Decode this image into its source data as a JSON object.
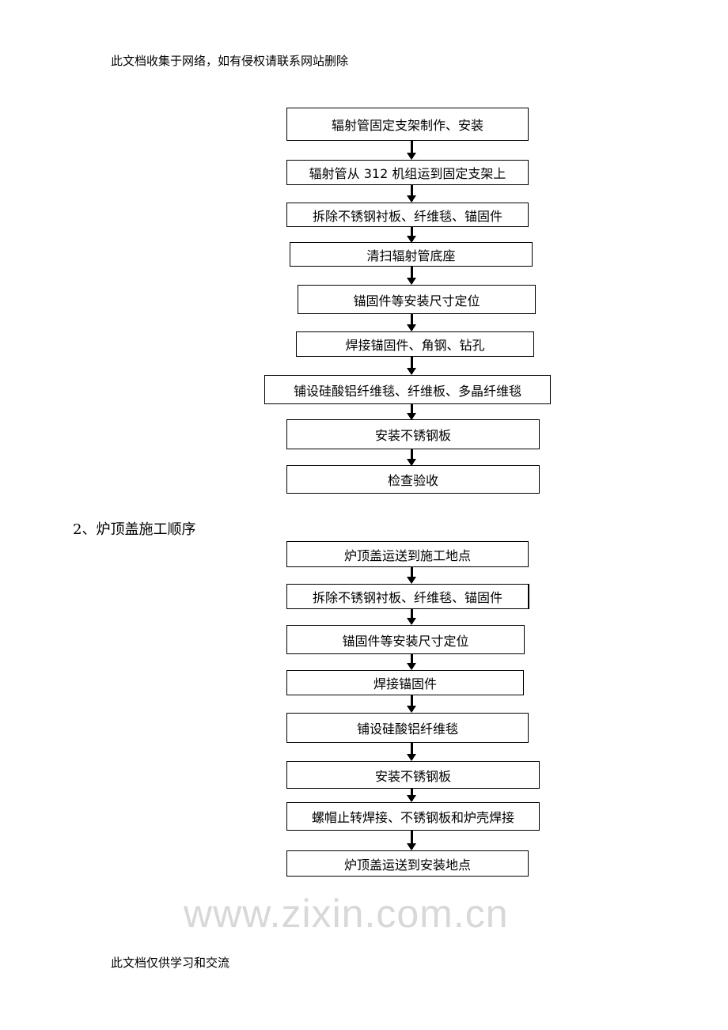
{
  "header_note": "此文档收集于网络，如有侵权请联系网站删除",
  "footer_note": "此文档仅供学习和交流",
  "watermark": "www.zixin.com.cn",
  "flow1": {
    "steps": [
      "辐射管固定支架制作、安装",
      "辐射管从 312 机组运到固定支架上",
      "拆除不锈钢衬板、纤维毯、锚固件",
      "清扫辐射管底座",
      "锚固件等安装尺寸定位",
      "焊接锚固件、角钢、钻孔",
      "铺设硅酸铝纤维毯、纤维板、多晶纤维毯",
      "安装不锈钢板",
      "检查验收"
    ]
  },
  "section2_title": "2、炉顶盖施工顺序",
  "flow2": {
    "steps": [
      "炉顶盖运送到施工地点",
      "拆除不锈钢衬板、纤维毯、锚固件",
      "锚固件等安装尺寸定位",
      "焊接锚固件",
      "铺设硅酸铝纤维毯",
      "安装不锈钢板",
      "螺帽止转焊接、不锈钢板和炉壳焊接",
      "炉顶盖运送到安装地点"
    ]
  }
}
